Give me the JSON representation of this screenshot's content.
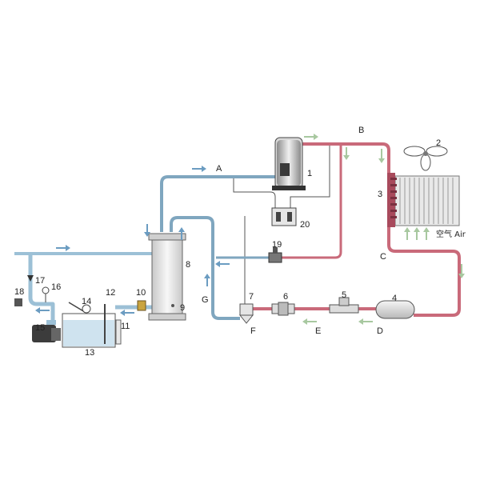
{
  "diagram": {
    "labels": {
      "n1": "1",
      "n2": "2",
      "n3": "3",
      "n4": "4",
      "n5": "5",
      "n6": "6",
      "n7": "7",
      "n8": "8",
      "n9": "9",
      "n10": "10",
      "n11": "11",
      "n12": "12",
      "n13": "13",
      "n14": "14",
      "n15": "15",
      "n16": "16",
      "n17": "17",
      "n18": "18",
      "n19": "19",
      "n20": "20",
      "A": "A",
      "B": "B",
      "C": "C",
      "D": "D",
      "E": "E",
      "F": "F",
      "G": "G",
      "air": "空气 Air"
    },
    "colors": {
      "hot_line": "#c96a7a",
      "hot_line_dark": "#a84a5c",
      "cold_line": "#7fa6bf",
      "cold_line_dark": "#5b86a3",
      "water": "#cfe3ef",
      "flow_arrow_blue": "#6b9cc1",
      "flow_arrow_green": "#a8c8a0"
    }
  }
}
